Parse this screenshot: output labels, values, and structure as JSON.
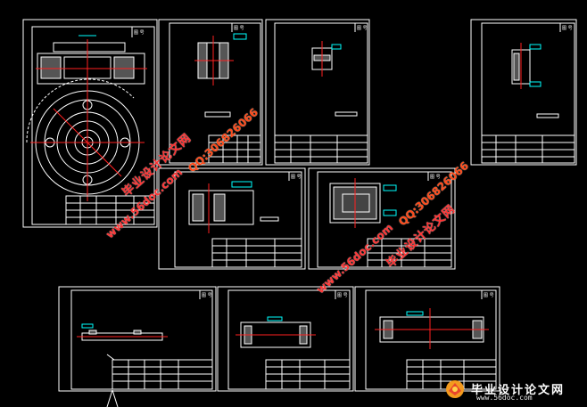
{
  "sheets": {
    "label": "图 号"
  },
  "watermarks": {
    "title": "毕业设计论文网",
    "qq": "QQ:306826066",
    "url": "www.56doc.com"
  },
  "brand": {
    "title": "毕业设计论文网",
    "url": "www.56doc.com"
  },
  "colors": {
    "background": "#000000",
    "frame": "#ffffff",
    "center_line": "#ff2020",
    "dimension": "#00ffff",
    "watermark": "#ff3030"
  }
}
